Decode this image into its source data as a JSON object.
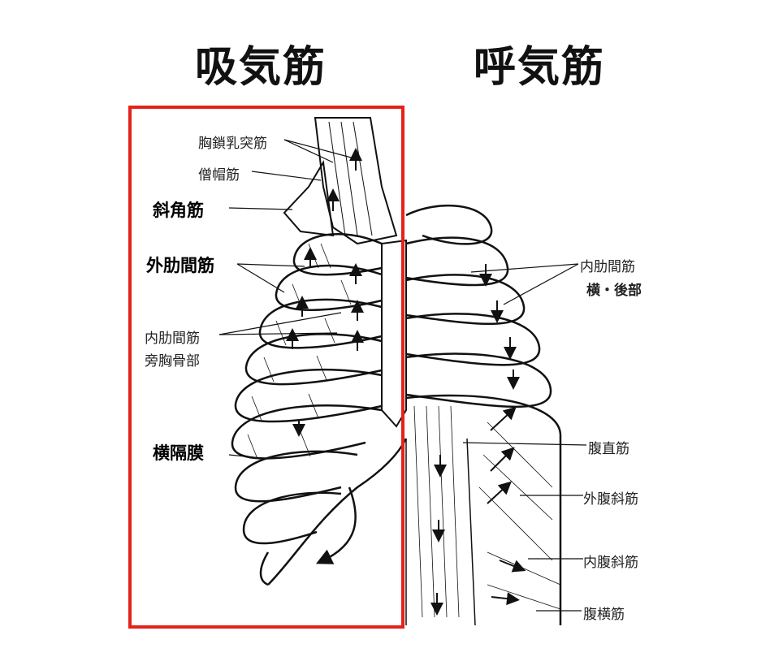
{
  "headings": {
    "inspiratory": "吸気筋",
    "expiratory": "呼気筋"
  },
  "highlight_color": "#e2231a",
  "labels": {
    "left": {
      "sternocleidomastoid": "胸鎖乳突筋",
      "trapezius": "僧帽筋",
      "scalene": "斜角筋",
      "external_intercostal": "外肋間筋",
      "internal_intercostal_line1": "内肋間筋",
      "internal_intercostal_line2": "旁胸骨部",
      "diaphragm": "横隔膜"
    },
    "right": {
      "internal_intercostal_line1": "内肋間筋",
      "internal_intercostal_line2": "横・後部",
      "rectus_abdominis": "腹直筋",
      "external_oblique": "外腹斜筋",
      "internal_oblique": "内腹斜筋",
      "transversus_abdominis": "腹横筋"
    }
  }
}
